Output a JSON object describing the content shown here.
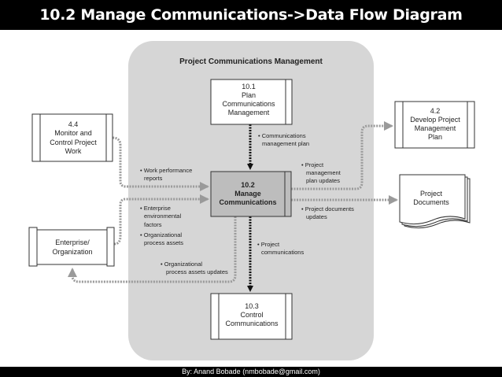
{
  "slide": {
    "title": "10.2 Manage Communications->Data Flow Diagram",
    "footer": "By: Anand Bobade (nmbobade@gmail.com)"
  },
  "diagram": {
    "panel_title": "Project Communications Management",
    "nodes": {
      "plan": [
        "10.1",
        "Plan",
        "Communications",
        "Management"
      ],
      "manage": [
        "10.2",
        "Manage",
        "Communications"
      ],
      "control": [
        "10.3",
        "Control",
        "Communications"
      ],
      "monitor": [
        "4.4",
        "Monitor and",
        "Control Project",
        "Work"
      ],
      "enterprise": [
        "Enterprise/",
        "Organization"
      ],
      "develop": [
        "4.2",
        "Develop Project",
        "Management",
        "Plan"
      ],
      "documents": [
        "Project",
        "Documents"
      ]
    },
    "flows": {
      "comm_plan": [
        "• Communications",
        "management plan"
      ],
      "work_perf": [
        "• Work performance",
        "reports"
      ],
      "eef": [
        "• Enterprise",
        "environmental",
        "factors"
      ],
      "opa": [
        "• Organizational",
        "process assets"
      ],
      "opa_updates": [
        "• Organizational",
        "process assets updates"
      ],
      "pmp_updates": [
        "• Project",
        "management",
        "plan updates"
      ],
      "doc_updates": [
        "• Project documents",
        "updates"
      ],
      "project_comms": [
        "• Project",
        "communications"
      ]
    },
    "colors": {
      "panel": "#d6d6d6",
      "manage_box": "#bdbdbd",
      "gray_flow": "#9a9a9a"
    }
  }
}
